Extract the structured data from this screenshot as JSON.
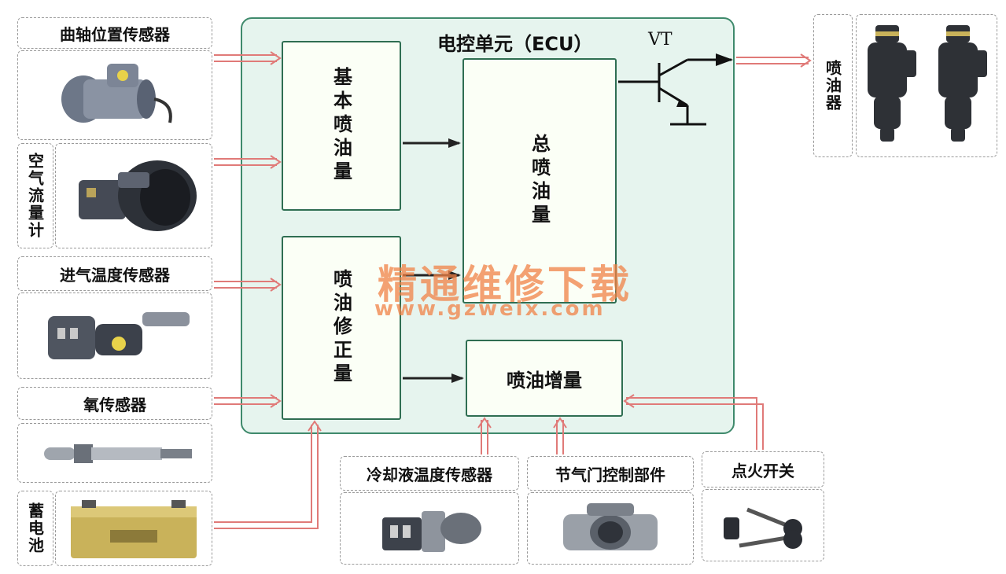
{
  "sensors": {
    "crankshaft": "曲轴位置传感器",
    "airflow": "空气流量计",
    "intake_temp": "进气温度传感器",
    "oxygen": "氧传感器",
    "battery": "蓄电池",
    "coolant_temp": "冷却液温度传感器",
    "throttle": "节气门控制部件",
    "ignition": "点火开关"
  },
  "ecu": {
    "title": "电控单元（ECU）",
    "basic_injection": "基本喷油量",
    "total_injection": "总喷油量",
    "injection_correction": "喷油修正量",
    "injection_increase": "喷油增量",
    "transistor": "VT"
  },
  "actuator": {
    "injector": "喷油器"
  },
  "watermark": {
    "cn": "精通维修下载",
    "url": "www.gzweix.com"
  },
  "colors": {
    "ecu_bg": "#e6f4ee",
    "ecu_border": "#3f8a6c",
    "signal_arrow": "#e07a78",
    "internal_arrow": "#222222"
  }
}
